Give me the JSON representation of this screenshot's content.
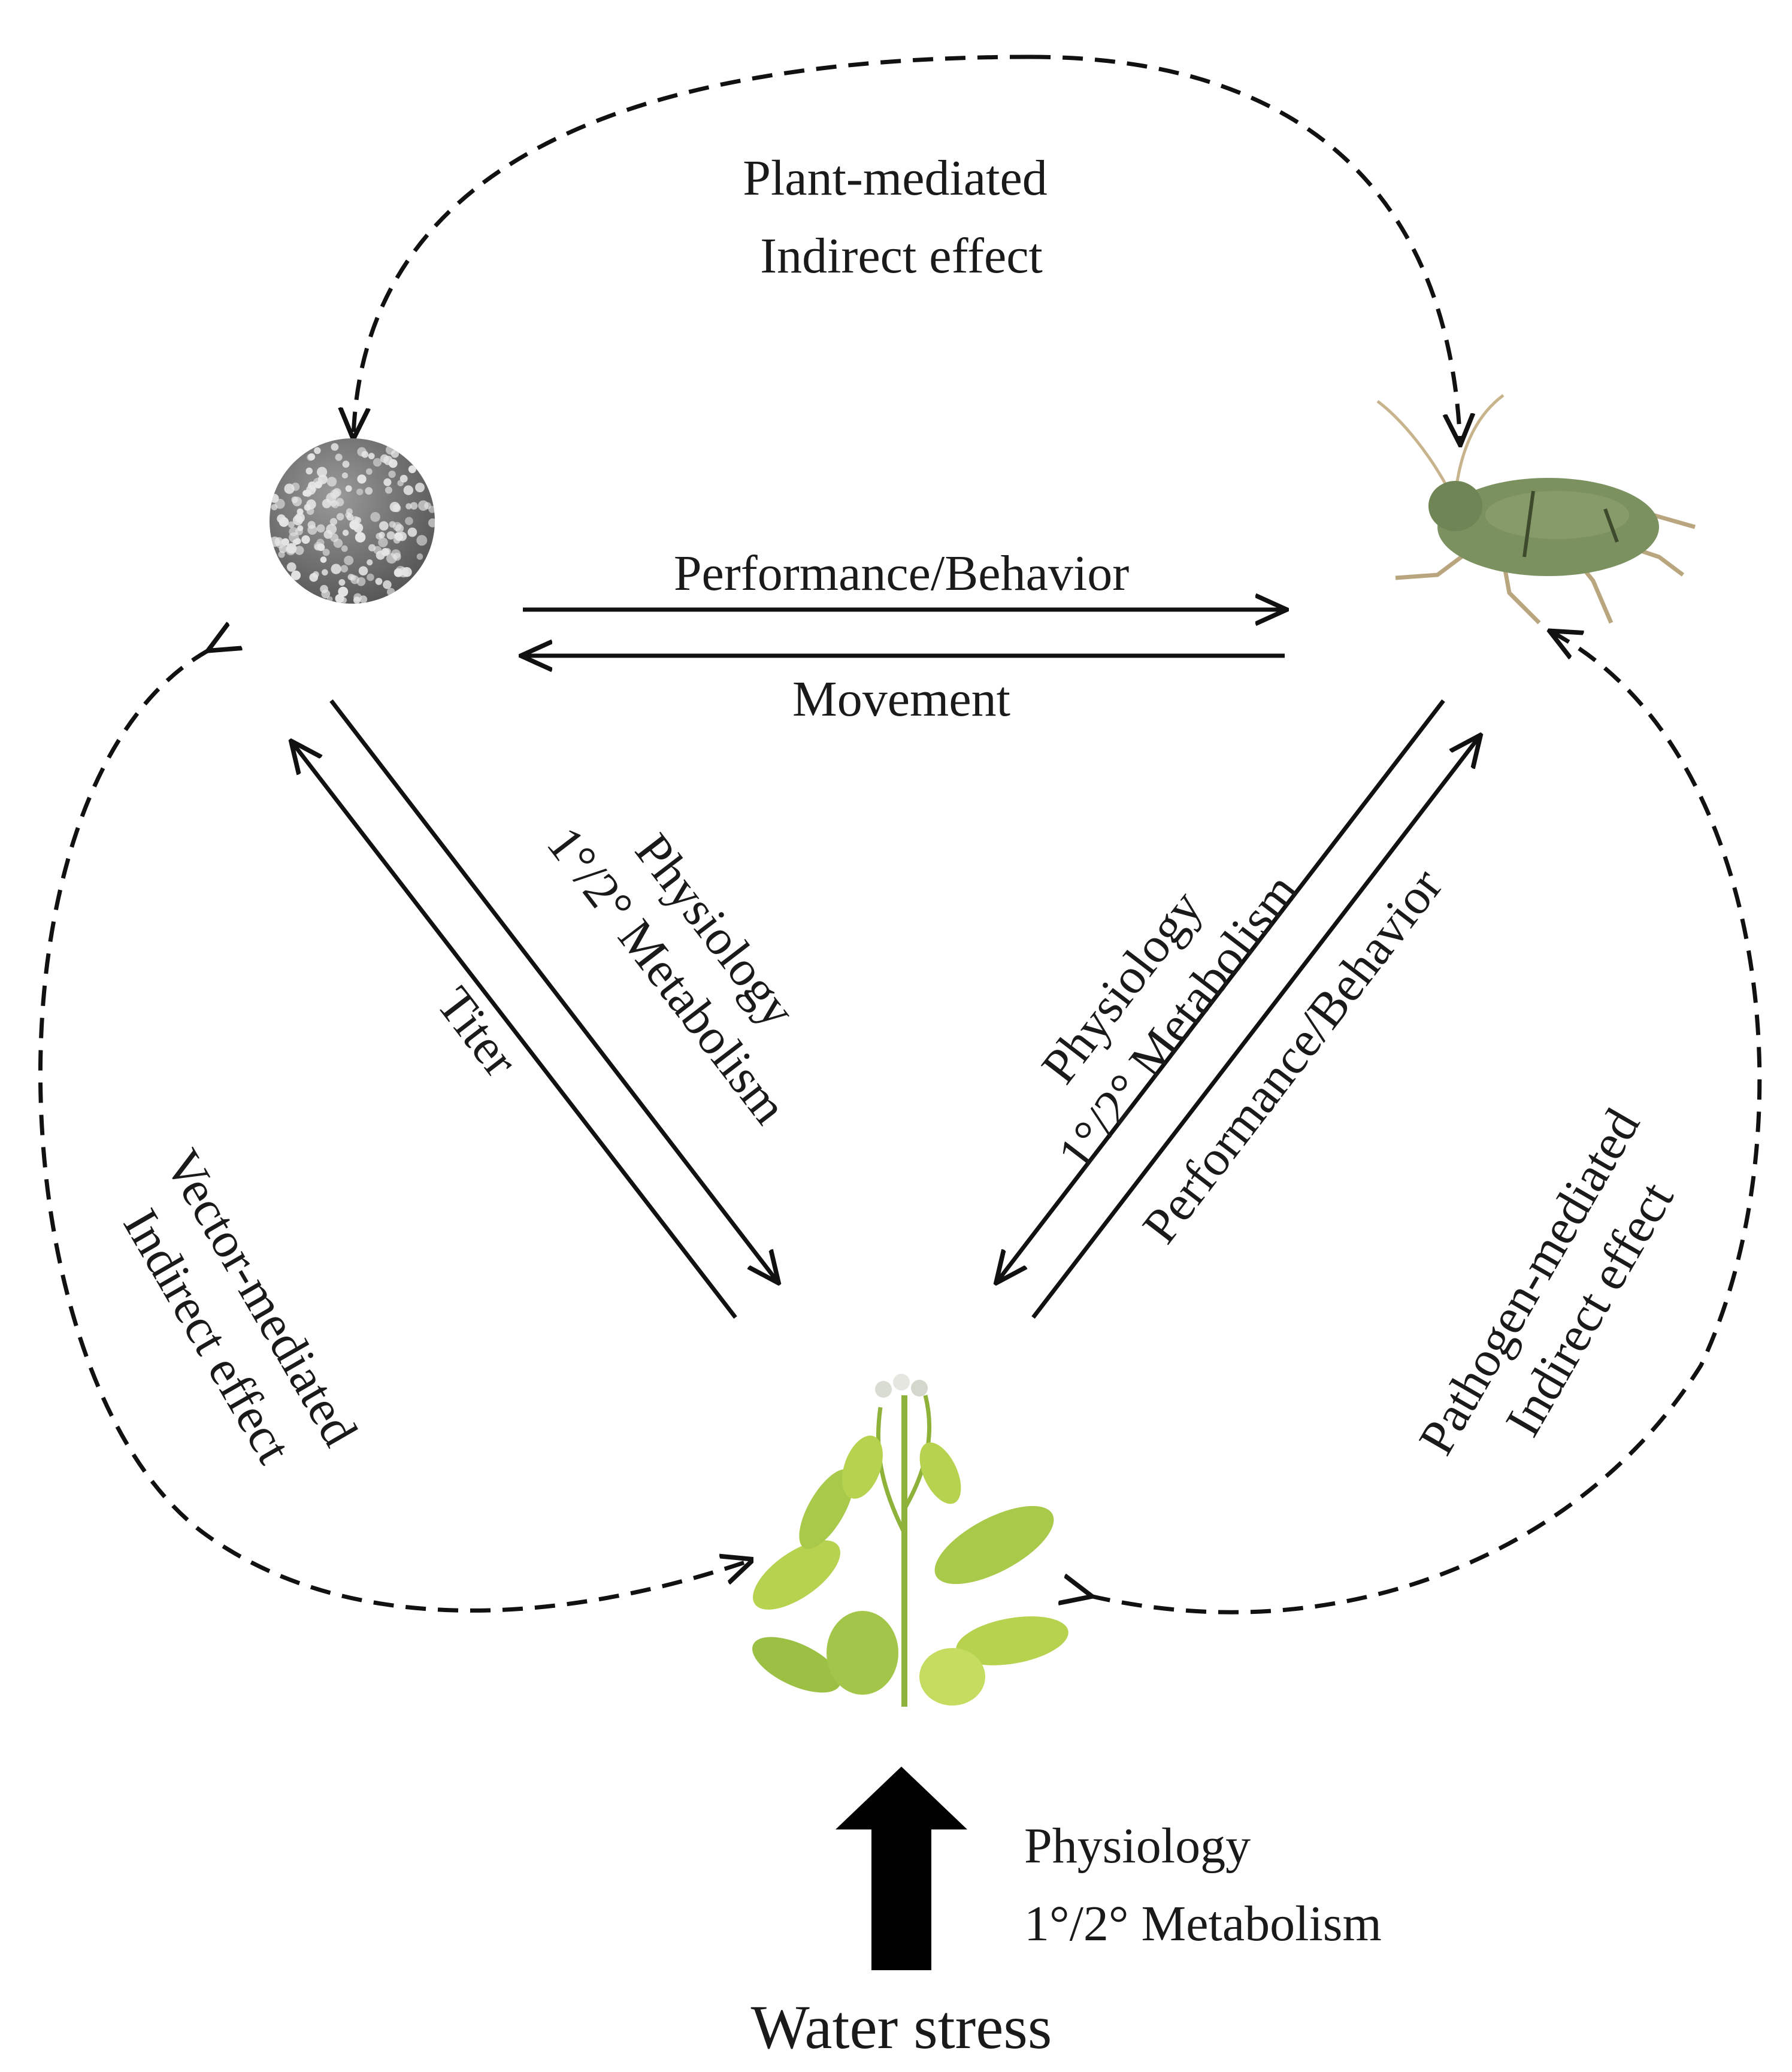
{
  "nodes": {
    "pathogen": {
      "icon": "virus-particle-icon"
    },
    "vector": {
      "icon": "aphid-icon"
    },
    "plant": {
      "icon": "plant-icon"
    }
  },
  "labels": {
    "plant_mediated": [
      "Plant-mediated",
      "Indirect effect"
    ],
    "top_forward": "Performance/Behavior",
    "top_back": "Movement",
    "left_inner": [
      "Physiology",
      "1°/2° Metabolism"
    ],
    "left_outer": "Titer",
    "right_inner": [
      "Physiology",
      "1°/2° Metabolism"
    ],
    "right_outer": "Performance/Behavior",
    "vector_mediated": [
      "Vector-mediated",
      "Indirect effect"
    ],
    "pathogen_mediated": [
      "Pathogen-mediated",
      "Indirect effect"
    ],
    "water_effect": [
      "Physiology",
      "1°/2° Metabolism"
    ],
    "water_stress": "Water stress"
  },
  "colors": {
    "ink": "#111111",
    "virus": "#6e6e6e",
    "aphid": "#7c9160",
    "leaf": "#a9c94a"
  }
}
